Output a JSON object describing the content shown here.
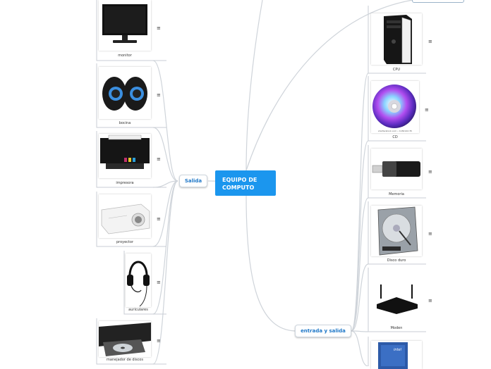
{
  "root": {
    "label": "EQUIPO DE COMPUTO"
  },
  "branches": {
    "salida": {
      "label": "Salida"
    },
    "entrada": {
      "label": "entrada y salida"
    }
  },
  "salida_items": [
    {
      "name": "monitor",
      "note": "≡"
    },
    {
      "name": "bocina",
      "note": "≡"
    },
    {
      "name": "impresora",
      "note": "≡"
    },
    {
      "name": "proyector",
      "note": "≡"
    },
    {
      "name": "auriculares",
      "note": "≡"
    },
    {
      "name": "manejador de discos",
      "note": "≡"
    }
  ],
  "entrada_items": [
    {
      "name": "CPU",
      "note": "≡"
    },
    {
      "name": "CD",
      "note": "≡",
      "image_text": "shutterstock.com • 1182124 35"
    },
    {
      "name": "Memoria",
      "note": "≡"
    },
    {
      "name": "Disco duro",
      "note": "≡"
    },
    {
      "name": "Moden",
      "note": "≡"
    },
    {
      "name": "",
      "note": "",
      "image_text": "intel"
    }
  ],
  "colors": {
    "root_fill": "#1b96ee",
    "branch_text": "#1f78c8",
    "connector": "#cfd4da",
    "bracket": "#c9ced4"
  }
}
